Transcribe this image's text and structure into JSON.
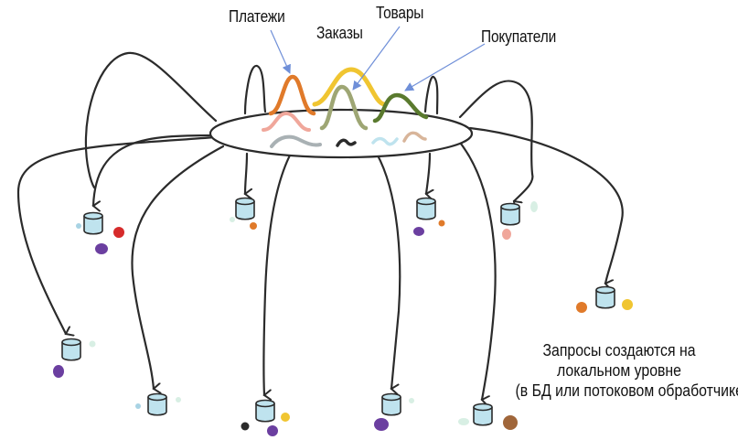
{
  "streams": [
    {
      "label": "Платежи",
      "color": "#e07a2a"
    },
    {
      "label": "Заказы",
      "color": "#8f9a5e"
    },
    {
      "label": "Товары",
      "color": "#f0c531"
    },
    {
      "label": "Покупатели",
      "color": "#5a7a2e"
    }
  ],
  "note": {
    "line1": "Запросы создаются на",
    "line2": "локальном уровне",
    "line3": "(в БД или потоковом обработчике)"
  },
  "colors": {
    "ink": "#2b2b2b",
    "db_fill": "#bfe3ee",
    "arrow": "#6f8fd8"
  }
}
